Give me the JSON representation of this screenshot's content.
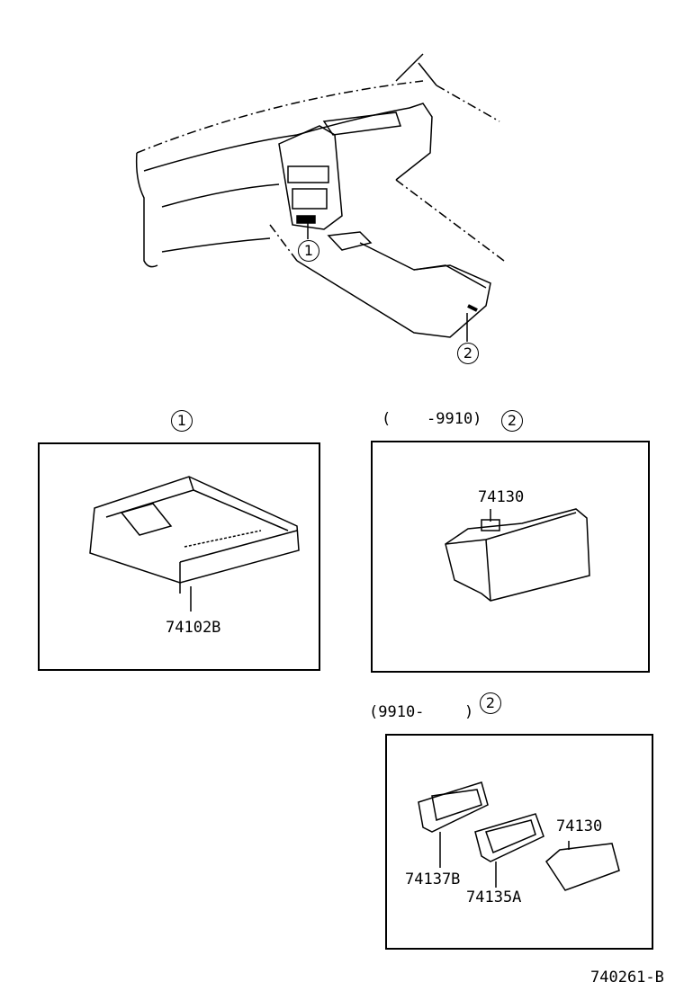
{
  "callouts": {
    "dash_1": "1",
    "dash_2": "2",
    "panel1": "1",
    "panel2": "2",
    "panel3": "2"
  },
  "panel1": {
    "part": "74102B"
  },
  "panel2": {
    "range_open": "(",
    "range_end": "-9910)",
    "part": "74130"
  },
  "panel3": {
    "range_start": "(9910-",
    "range_close": ")",
    "parts": [
      "74137B",
      "74135A",
      "74130"
    ]
  },
  "footer": {
    "diagram_id": "740261-B"
  }
}
